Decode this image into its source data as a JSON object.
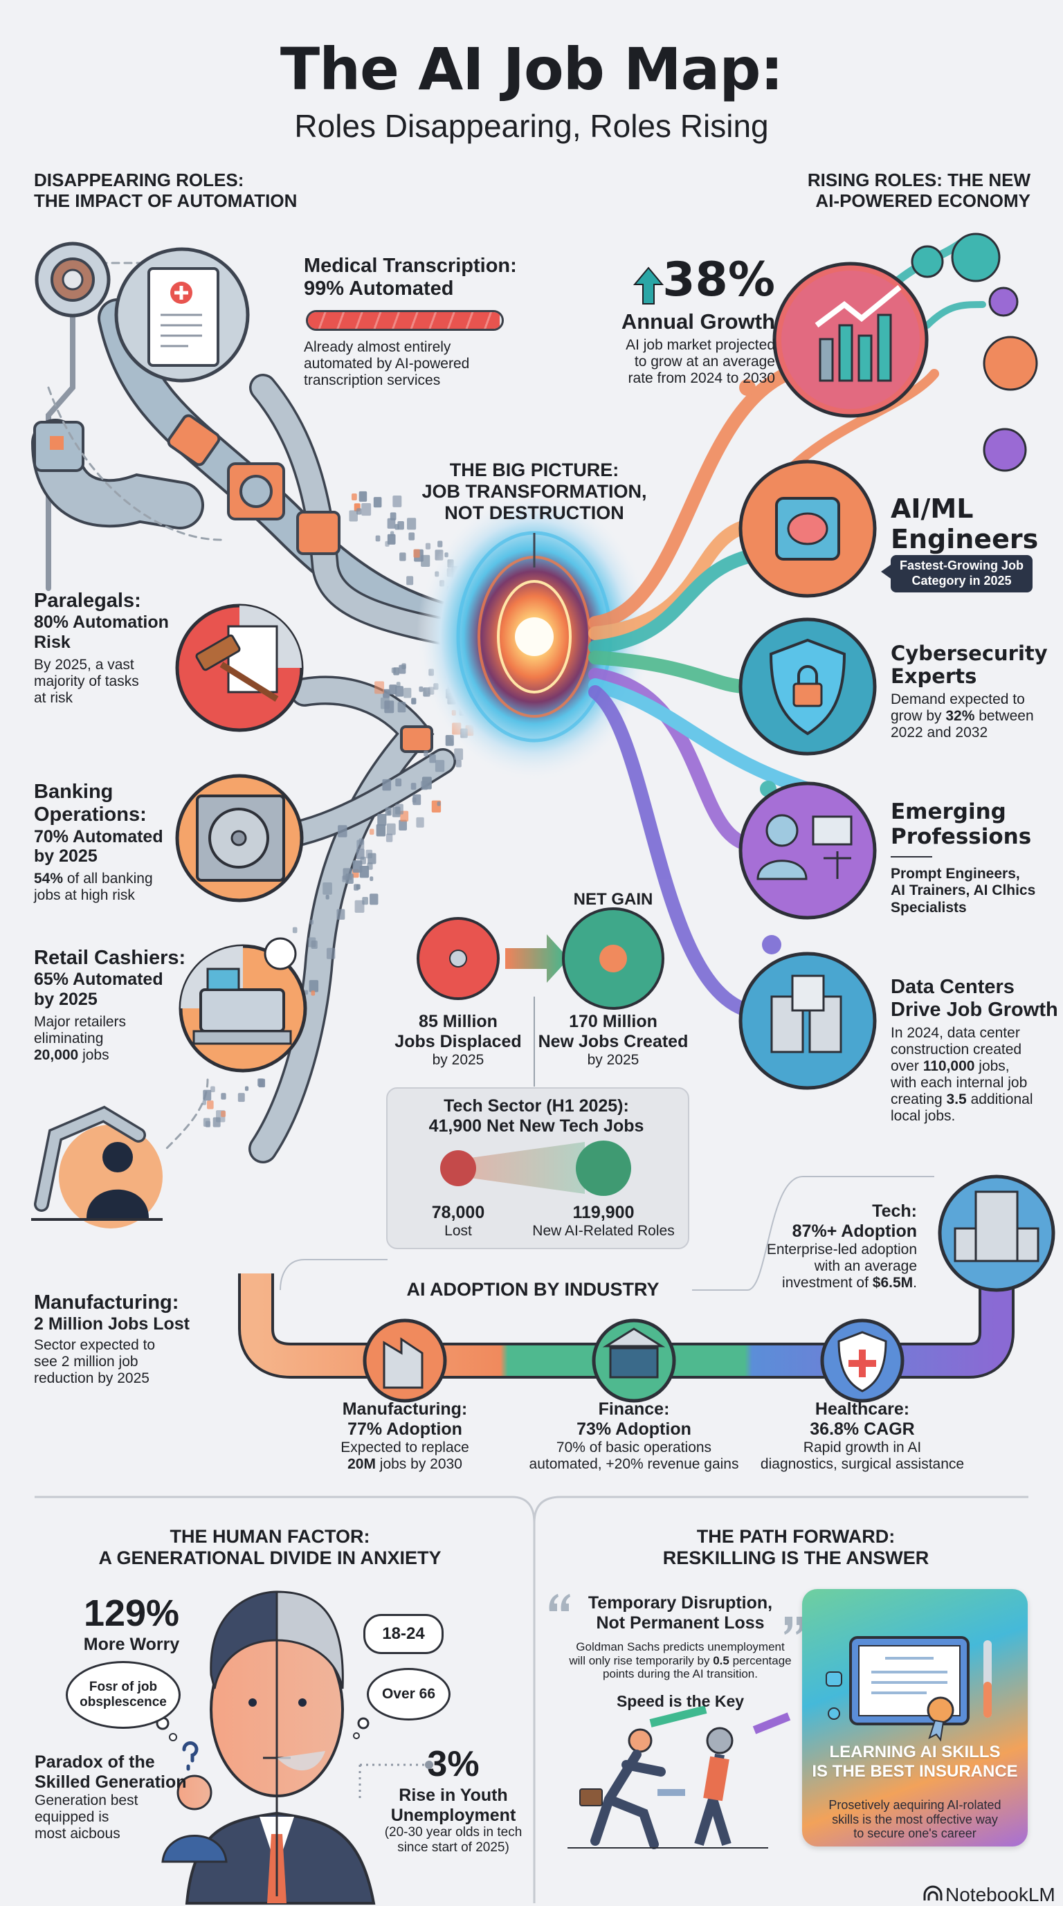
{
  "header": {
    "title": "The AI Job Map:",
    "subtitle": "Roles Disappearing, Roles Rising"
  },
  "left_section": {
    "line1": "DISAPPEARING ROLES:",
    "line2": "THE IMPACT OF AUTOMATION"
  },
  "right_section": {
    "line1": "RISING ROLES: THE NEW",
    "line2": "AI-POWERED ECONOMY"
  },
  "big_picture": {
    "line1": "THE BIG PICTURE:",
    "line2": "JOB TRANSFORMATION,",
    "line3": "NOT DESTRUCTION"
  },
  "disappearing": {
    "medical": {
      "title": "Medical Transcription:",
      "stat": "99% Automated",
      "progress_percent": 99,
      "desc": [
        "Already almost entirely",
        "automated by AI-powered",
        "transcription services"
      ]
    },
    "paralegals": {
      "title": "Paralegals:",
      "stat": [
        "80% Automation",
        "Risk"
      ],
      "desc": [
        "By 2025, a vast",
        "majority of tasks",
        "at risk"
      ]
    },
    "banking": {
      "title": [
        "Banking",
        "Operations:"
      ],
      "stat": [
        "70% Automated",
        "by 2025"
      ],
      "desc_bold": "54%",
      "desc": [
        " of all banking",
        "jobs at high risk"
      ]
    },
    "retail": {
      "title": "Retail Cashiers:",
      "stat": [
        "65% Automated",
        "by 2025"
      ],
      "desc": [
        "Major retailers",
        "eliminating"
      ],
      "desc_bold": "20,000",
      "desc_end": " jobs"
    },
    "manufacturing": {
      "title": "Manufacturing:",
      "stat": "2 Million Jobs Lost",
      "desc": [
        "Sector expected to",
        "see 2 million job",
        "reduction by 2025"
      ]
    }
  },
  "growth": {
    "value": "38%",
    "label": "Annual Growth",
    "desc": [
      "AI job market projected",
      "to grow at an average",
      "rate from 2024 to 2030"
    ]
  },
  "rising": {
    "aiml": {
      "title": [
        "AI/ML",
        "Engineers"
      ],
      "badge": [
        "Fastest-Growing Job",
        "Category in 2025"
      ]
    },
    "cyber": {
      "title": [
        "Cybersecurity",
        "Experts"
      ],
      "desc_a": "Demand expected to",
      "desc_b": "grow by ",
      "desc_bold": "32%",
      "desc_c": " between",
      "desc_d": "2022 and 2032"
    },
    "emerging": {
      "title": [
        "Emerging",
        "Professions"
      ],
      "desc": [
        "Prompt Engineers,",
        "AI Trainers, AI Clhics",
        "Specialists"
      ]
    },
    "datacenters": {
      "title": [
        "Data Centers",
        "Drive Job Growth"
      ],
      "desc1": "In 2024, data center",
      "desc2": "construction created",
      "desc3a": "over ",
      "desc3b": "110,000",
      "desc3c": " jobs,",
      "desc4": "with each internal job",
      "desc5a": "creating ",
      "desc5b": "3.5",
      "desc5c": " additional",
      "desc6": "local jobs."
    }
  },
  "net_gain": {
    "label": "NET GAIN",
    "displaced": {
      "value": "85 Million",
      "label": "Jobs Displaced",
      "sub": "by 2025"
    },
    "created": {
      "value": "170 Million",
      "label": "New Jobs Created",
      "sub": "by 2025"
    }
  },
  "tech_sector": {
    "title": "Tech Sector (H1 2025):",
    "subtitle": "41,900 Net New Tech Jobs",
    "lost_value": "78,000",
    "lost_label": "Lost",
    "new_value": "119,900",
    "new_label": "New AI-Related Roles"
  },
  "adoption": {
    "title": "AI ADOPTION BY INDUSTRY",
    "industries": [
      {
        "name": "Manufacturing:",
        "stat": "77% Adoption",
        "desc": [
          "Expected to replace"
        ],
        "desc_bold": "20M",
        "desc_end": " jobs by 2030",
        "color": "#f08a5d"
      },
      {
        "name": "Finance:",
        "stat": "73% Adoption",
        "desc": [
          "70% of basic operations",
          "automated, +20% revenue gains"
        ],
        "color": "#4fb98f"
      },
      {
        "name": "Healthcare:",
        "stat": "36.8% CAGR",
        "desc": [
          "Rapid growth in AI",
          "diagnostics, surgical assistance"
        ],
        "color": "#5b8ed8"
      }
    ],
    "tech": {
      "name": "Tech:",
      "stat": "87%+ Adoption",
      "desc": [
        "Enterprise-led adoption",
        "with an average"
      ],
      "desc_a": "investment of ",
      "desc_bold": "$6.5M",
      "desc_end": "."
    }
  },
  "human_factor": {
    "title": [
      "THE HUMAN FACTOR:",
      "A GENERATIONAL DIVIDE IN ANXIETY"
    ],
    "worry_value": "129%",
    "worry_label": "More Worry",
    "young_thought": [
      "Fosr of job",
      "obsplescence"
    ],
    "age_young": "18-24",
    "age_old": "Over 66",
    "paradox_title": [
      "Paradox of the",
      "Skilled Generation"
    ],
    "paradox_desc": [
      "Generation best",
      "equipped is",
      "most aicbous"
    ],
    "youth_value": "3%",
    "youth_label": [
      "Rise in Youth",
      "Unemployment"
    ],
    "youth_note": [
      "(20-30 year olds in tech",
      "since start of 2025)"
    ]
  },
  "path_forward": {
    "title": [
      "THE PATH FORWARD:",
      "RESKILLING IS THE ANSWER"
    ],
    "quote": [
      "Temporary Disruption,",
      "Not Permanent Loss"
    ],
    "quote_desc1": "Goldman Sachs predicts unemployment",
    "quote_desc2a": "will only rise temporarily by ",
    "quote_desc2b": "0.5",
    "quote_desc2c": " percentage",
    "quote_desc3": "points during the AI transition.",
    "speed": "Speed is the Key",
    "card_title": [
      "LEARNING AI SKILLS",
      "IS THE BEST INSURANCE"
    ],
    "card_desc": [
      "Prosetively aequiring AI-rolated",
      "skills is the most offective way",
      "to secure one's career"
    ]
  },
  "brand": "NotebookLM",
  "colors": {
    "background": "#f1f2f5",
    "red": "#e8544f",
    "orange": "#f08a5d",
    "teal": "#3fb6b0",
    "green": "#4fb98f",
    "blue": "#5b8ed8",
    "purple": "#9a6ad4",
    "dark": "#2b3447"
  }
}
